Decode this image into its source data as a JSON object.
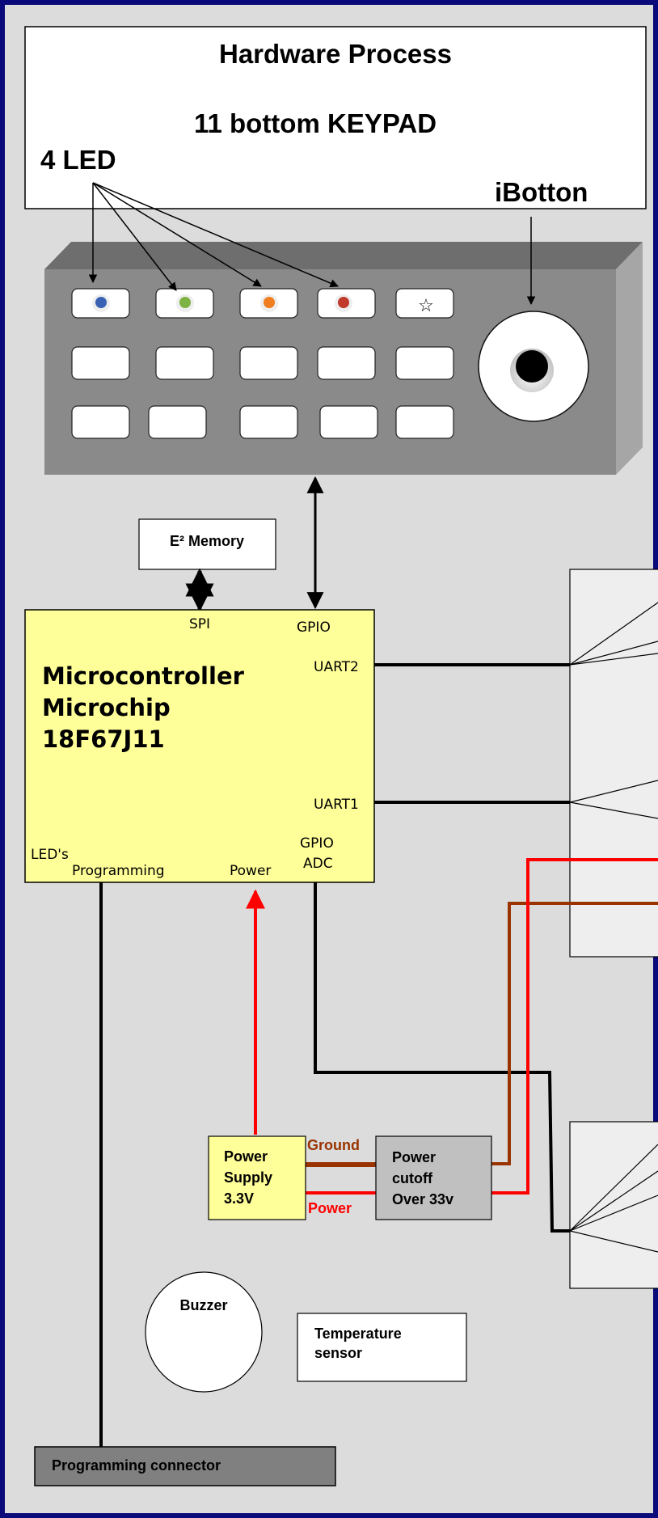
{
  "header": {
    "title": "Hardware Process",
    "keypad_label": "11 bottom KEYPAD",
    "led_label": "4 LED",
    "ibutton_label": "iBotton"
  },
  "keypad": {
    "star_symbol": "☆",
    "led_colors": [
      "#3a62b4",
      "#7cb342",
      "#f07d1f",
      "#c0392b"
    ]
  },
  "memory": {
    "label": "E² Memory"
  },
  "mcu": {
    "name_lines": [
      "Microcontroller",
      "Microchip",
      "18F67J11"
    ],
    "pins": {
      "spi": "SPI",
      "gpio_top": "GPIO",
      "uart2": "UART2",
      "uart1": "UART1",
      "gpio_bottom": "GPIO",
      "adc": "ADC",
      "leds": "LED's",
      "programming": "Programming",
      "power": "Power"
    }
  },
  "power_supply": {
    "lines": [
      "Power",
      "Supply",
      "3.3V"
    ]
  },
  "power_cutoff": {
    "lines": [
      "Power",
      "cutoff",
      "Over 33v"
    ]
  },
  "wires": {
    "ground_label": "Ground",
    "power_label": "Power"
  },
  "buzzer": {
    "label": "Buzzer"
  },
  "temperature": {
    "lines": [
      "Temperature",
      "sensor"
    ]
  },
  "programming_connector": {
    "label": "Programming connector"
  },
  "colors": {
    "border": "#0a0a7a",
    "panel": "#dcdcdc",
    "mcu_fill": "#ffff99",
    "ground_wire": "#993300",
    "power_wire": "#ff0000",
    "keypad_front": "#8a8a8a",
    "keypad_top": "#6e6e6e",
    "keypad_side": "#a6a6a6"
  }
}
